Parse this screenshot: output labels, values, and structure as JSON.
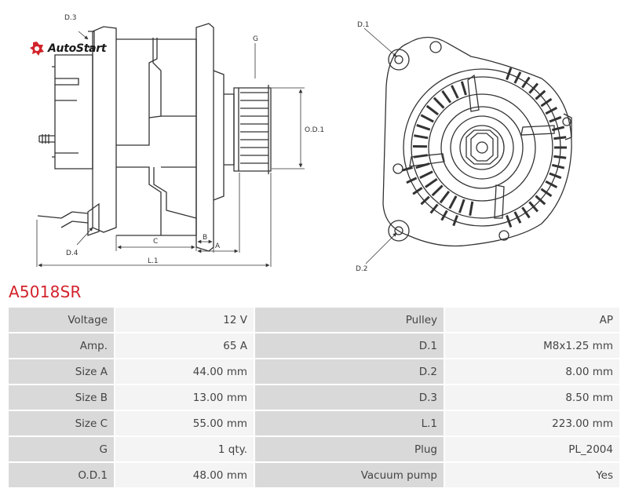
{
  "part_number": "A5018SR",
  "brand": {
    "name": "AutoStart",
    "accent": "#d2232a"
  },
  "diagram_labels": {
    "d3": "D.3",
    "d4": "D.4",
    "g": "G",
    "od1": "O.D.1",
    "c": "C",
    "b": "B",
    "a": "A",
    "l1": "L.1",
    "d1": "D.1",
    "d2": "D.2"
  },
  "specs": [
    {
      "label": "Voltage",
      "value": "12 V",
      "label2": "Pulley",
      "value2": "AP"
    },
    {
      "label": "Amp.",
      "value": "65 A",
      "label2": "D.1",
      "value2": "M8x1.25 mm"
    },
    {
      "label": "Size A",
      "value": "44.00 mm",
      "label2": "D.2",
      "value2": "8.00 mm"
    },
    {
      "label": "Size B",
      "value": "13.00 mm",
      "label2": "D.3",
      "value2": "8.50 mm"
    },
    {
      "label": "Size C",
      "value": "55.00 mm",
      "label2": "L.1",
      "value2": "223.00 mm"
    },
    {
      "label": "G",
      "value": "1 qty.",
      "label2": "Plug",
      "value2": "PL_2004"
    },
    {
      "label": "O.D.1",
      "value": "48.00 mm",
      "label2": "Vacuum pump",
      "value2": "Yes"
    }
  ]
}
